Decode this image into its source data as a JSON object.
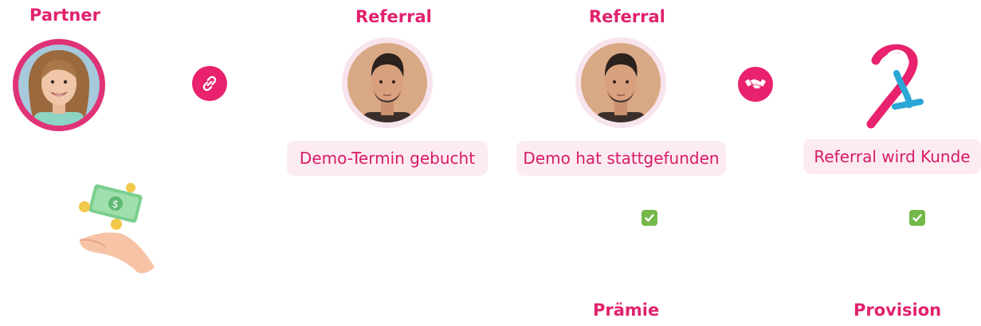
{
  "headings": {
    "partner": "Partner",
    "referral_1": "Referral",
    "referral_2": "Referral",
    "praemie": "Prämie",
    "provision": "Provision"
  },
  "steps": {
    "step_1": "Demo-Termin gebucht",
    "step_2": "Demo hat stattgefunden",
    "step_3": "Referral wird Kunde"
  },
  "icons": {
    "link": "link-icon",
    "handshake": "handshake-icon",
    "check": "checkmark-icon",
    "money": "money-hand-icon",
    "logo": "brand-logo"
  },
  "colors": {
    "accent": "#e0226e",
    "pill_bg": "#fcebf1",
    "check_green": "#74b84a",
    "logo_pink": "#e8226c",
    "logo_blue": "#2aa7d6"
  }
}
